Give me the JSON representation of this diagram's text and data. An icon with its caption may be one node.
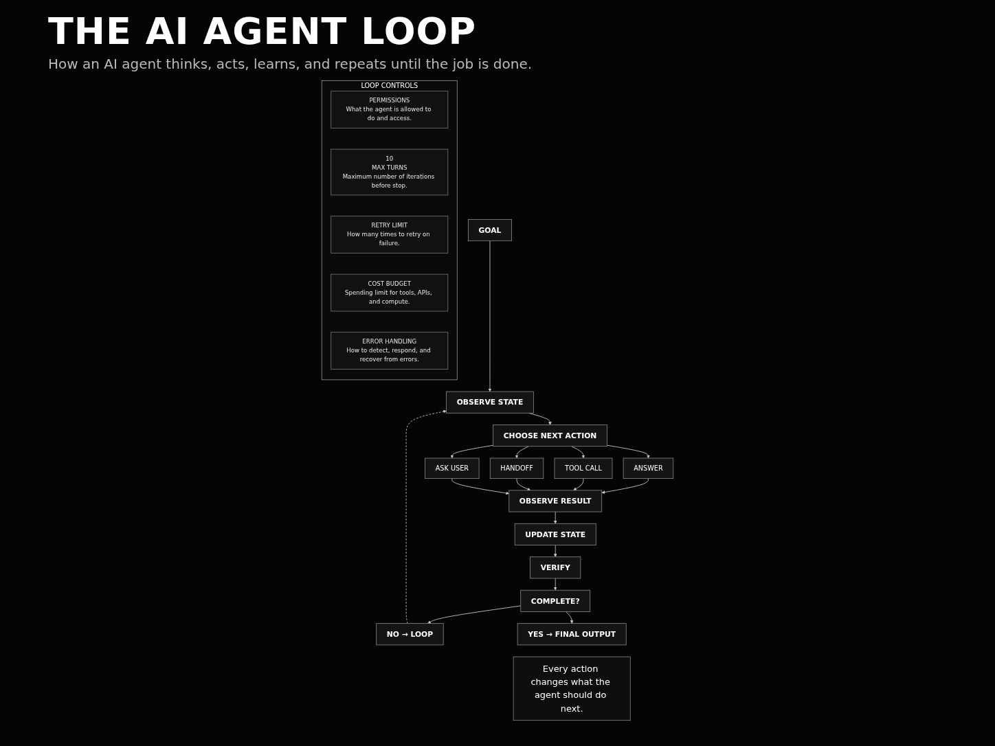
{
  "diagram": {
    "title": "THE AI AGENT LOOP",
    "nodes": [
      {
        "text": [
          "GOAL"
        ]
      },
      {
        "text": [
          "OBSERVE STATE"
        ]
      },
      {
        "text": [
          "CHOOSE NEXT ACTION"
        ]
      },
      {
        "text": [
          "ANSWER"
        ]
      },
      {
        "text": [
          "TOOL CALL"
        ]
      },
      {
        "text": [
          "HANDOFF"
        ]
      },
      {
        "text": [
          "ASK USER"
        ]
      },
      {
        "text": [
          "OBSERVE RESULT"
        ]
      },
      {
        "text": [
          "UPDATE STATE"
        ]
      },
      {
        "text": [
          "VERIFY"
        ]
      },
      {
        "text": [
          "COMPLETE?"
        ]
      },
      {
        "text": [
          "NO → LOOP"
        ]
      },
      {
        "text": [
          "YES → FINAL OUTPUT"
        ]
      },
      {
        "text": [
          "LOOP CONTROLS"
        ]
      },
      {
        "text": [
          "PERMISSIONS",
          "What the agent is allowed to do and access."
        ],
        "in": 13
      },
      {
        "text": [
          "10",
          "MAX TURNS",
          "Maximum number of iterations before stop."
        ],
        "in": 13
      },
      {
        "text": [
          "RETRY LIMIT",
          "How many times to retry on failure."
        ],
        "in": 13
      },
      {
        "text": [
          "COST BUDGET",
          "Spending limit for tools, APIs, and compute."
        ],
        "in": 13
      },
      {
        "text": [
          "ERROR HANDLING",
          "How to detect, respond, and recover from errors."
        ],
        "in": 13
      },
      {
        "text": [
          "Every action changes what the agent should do next."
        ]
      }
    ],
    "edges": [
      {
        "from": 0,
        "to": 1,
        "arrow": "to"
      },
      {
        "from": 1,
        "to": 2,
        "arrow": "to"
      },
      {
        "from": 2,
        "to": 3,
        "arrow": "to"
      },
      {
        "from": 2,
        "to": 4,
        "arrow": "to"
      },
      {
        "from": 2,
        "to": 5,
        "arrow": "to"
      },
      {
        "from": 2,
        "to": 6,
        "arrow": "to"
      },
      {
        "from": 3,
        "to": 7,
        "arrow": "to"
      },
      {
        "from": 4,
        "to": 7,
        "arrow": "to"
      },
      {
        "from": 5,
        "to": 7,
        "arrow": "to"
      },
      {
        "from": 6,
        "to": 7,
        "arrow": "to"
      },
      {
        "from": 7,
        "to": 8,
        "arrow": "to"
      },
      {
        "from": 8,
        "to": 9,
        "arrow": "to"
      },
      {
        "from": 9,
        "to": 10,
        "arrow": "to"
      },
      {
        "from": 10,
        "to": 11,
        "arrow": "to"
      },
      {
        "from": 10,
        "to": 12,
        "arrow": "to"
      },
      {
        "from": 11,
        "to": 1,
        "arrow": "to",
        "style": "dashed"
      }
    ],
    "labels": [
      "How an AI agent thinks, acts, learns, and repeats until the job is done."
    ]
  }
}
